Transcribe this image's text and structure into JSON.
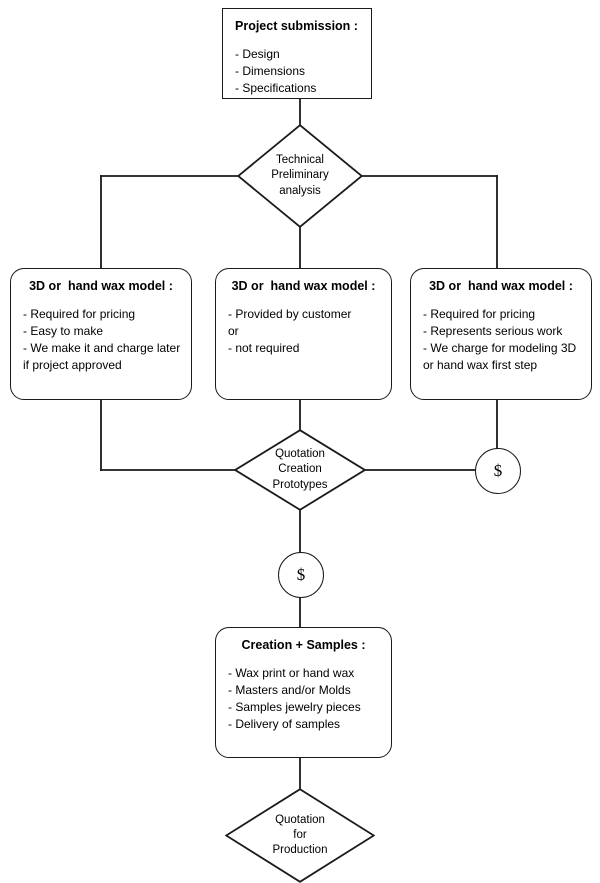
{
  "diagram": {
    "title": "Jewelry project workflow flowchart",
    "line_color": "#1a1a1a",
    "background": "#ffffff"
  },
  "nodes": {
    "project_submission": {
      "shape": "rectangle",
      "title": "Project submission :",
      "lines": [
        "- Design",
        "- Dimensions",
        "- Specifications"
      ]
    },
    "technical_preliminary_analysis": {
      "shape": "diamond",
      "lines": [
        "Technical",
        "Preliminary",
        "analysis"
      ]
    },
    "model_left": {
      "shape": "rounded-rectangle",
      "title": "3D or  hand wax model :",
      "lines": [
        "- Required for pricing",
        "- Easy to make",
        "- We make it and charge later",
        "if project approved"
      ]
    },
    "model_middle": {
      "shape": "rounded-rectangle",
      "title": "3D or  hand wax model :",
      "lines": [
        "- Provided by customer",
        "or",
        "- not required"
      ]
    },
    "model_right": {
      "shape": "rounded-rectangle",
      "title": "3D or  hand wax model :",
      "lines": [
        "- Required for pricing",
        "- Represents serious work",
        "- We charge for modeling 3D",
        "or hand wax first step"
      ]
    },
    "quotation_creation_prototypes": {
      "shape": "diamond",
      "lines": [
        "Quotation",
        "Creation",
        "Prototypes"
      ]
    },
    "payment_right": {
      "shape": "circle",
      "label": "$"
    },
    "payment_bottom": {
      "shape": "circle",
      "label": "$"
    },
    "creation_samples": {
      "shape": "rounded-rectangle",
      "title": "Creation + Samples :",
      "lines": [
        "- Wax print or hand wax",
        "- Masters and/or Molds",
        "- Samples jewelry pieces",
        "- Delivery of samples"
      ]
    },
    "quotation_for_production": {
      "shape": "diamond",
      "lines": [
        "Quotation",
        "for",
        "Production"
      ]
    }
  }
}
